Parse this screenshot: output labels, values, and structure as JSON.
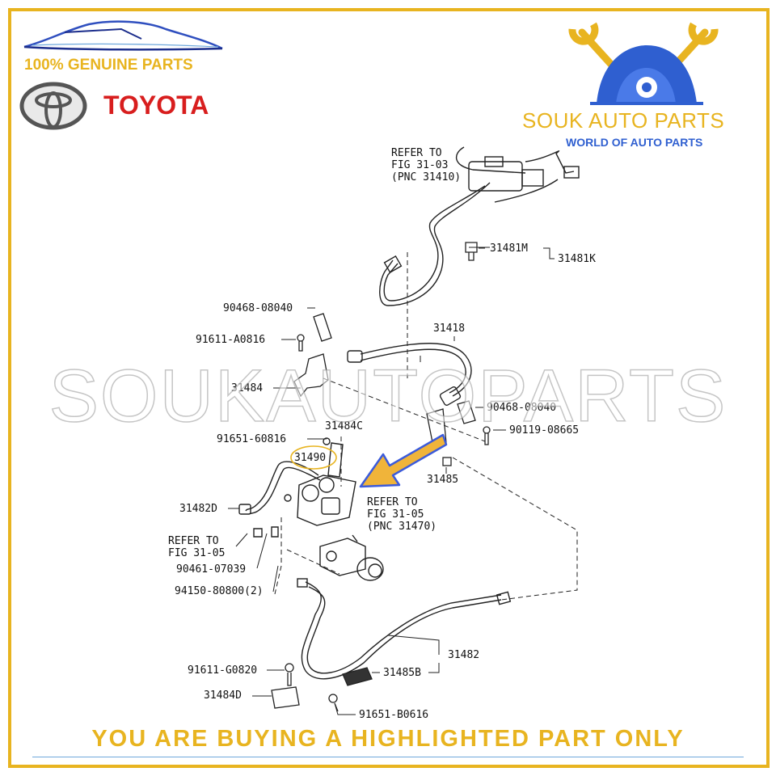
{
  "brand": {
    "genuine_text": "100% GENUINE PARTS",
    "toyota_text": "TOYOTA",
    "shop_name": "SOUK AUTO PARTS",
    "shop_tagline": "WORLD OF AUTO PARTS",
    "watermark": "SOUKAUTOPARTS"
  },
  "colors": {
    "accent_gold": "#e8b420",
    "toyota_red": "#d81e1e",
    "shop_blue": "#2f5fd0",
    "highlight_arrow": "#f0b43a"
  },
  "labels": {
    "refer_top_1": "REFER TO",
    "refer_top_2": "FIG 31-03",
    "refer_top_3": "(PNC 31410)",
    "p31481M": "31481M",
    "p31481K": "31481K",
    "p90468_a": "90468-08040",
    "p91611_a": "91611-A0816",
    "p31418": "31418",
    "p31484": "31484",
    "p90468_b": "90468-08040",
    "p90119": "90119-08665",
    "p31484C": "31484C",
    "p91651_6": "91651-60816",
    "p31490": "31490",
    "p31485": "31485",
    "p31482D": "31482D",
    "refer_mid_1": "REFER TO",
    "refer_mid_2": "FIG 31-05",
    "refer_mid_3": "(PNC 31470)",
    "refer_left_1": "REFER TO",
    "refer_left_2": "FIG 31-05",
    "p90461": "90461-07039",
    "p94150": "94150-80800(2)",
    "p31482": "31482",
    "p91611_g": "91611-G0820",
    "p31485B": "31485B",
    "p31484D": "31484D",
    "p91651_b": "91651-B0616"
  },
  "banner": {
    "text": "YOU ARE BUYING A HIGHLIGHTED PART ONLY"
  }
}
